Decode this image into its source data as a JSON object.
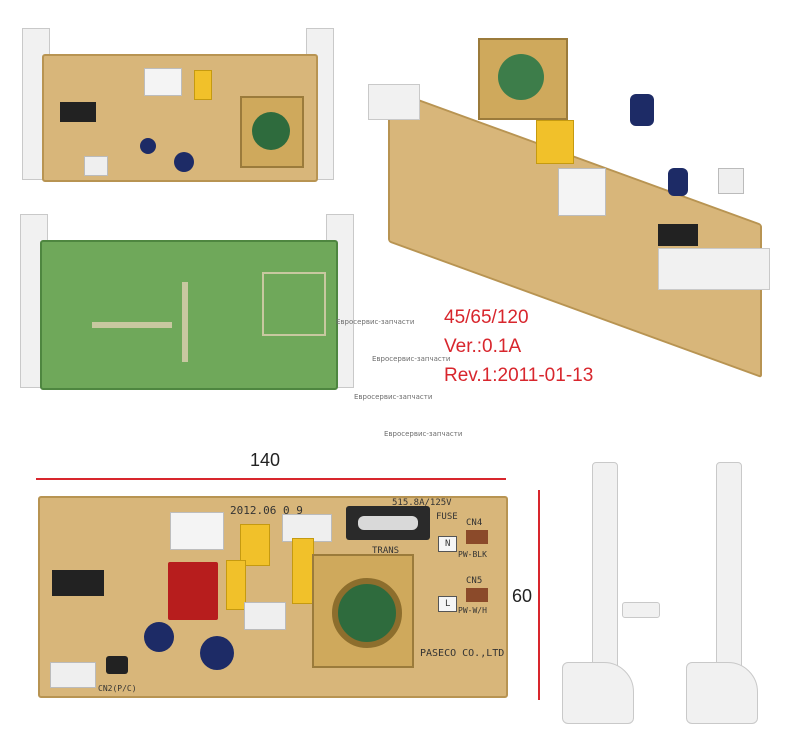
{
  "specs": {
    "model": "45/65/120",
    "version": "Ver.:0.1A",
    "revision": "Rev.1:2011-01-13"
  },
  "watermarks": [
    "Евросервис-запчасти",
    "Евросервис-запчасти",
    "Евросервис-запчасти",
    "Евросервис-запчасти"
  ],
  "dimensions": {
    "width_label": "140",
    "height_label": "60"
  },
  "board_markings": {
    "date": "2012.06 0 9",
    "fuse_rating": "515.8A/125V",
    "fuse": "FUSE",
    "trans": "TRANS",
    "cn4": "CN4",
    "cn5": "CN5",
    "n_blu": "N",
    "l_blk": "L",
    "pw_blk": "PW-BLK",
    "pw_wh": "PW-W/H",
    "cn2": "CN2(P/C)",
    "maker": "PASECO CO.,LTD"
  },
  "colors": {
    "label_red": "#d8262d",
    "pcb_tan": "#d8b67a",
    "pcb_green": "#6fa85a"
  }
}
